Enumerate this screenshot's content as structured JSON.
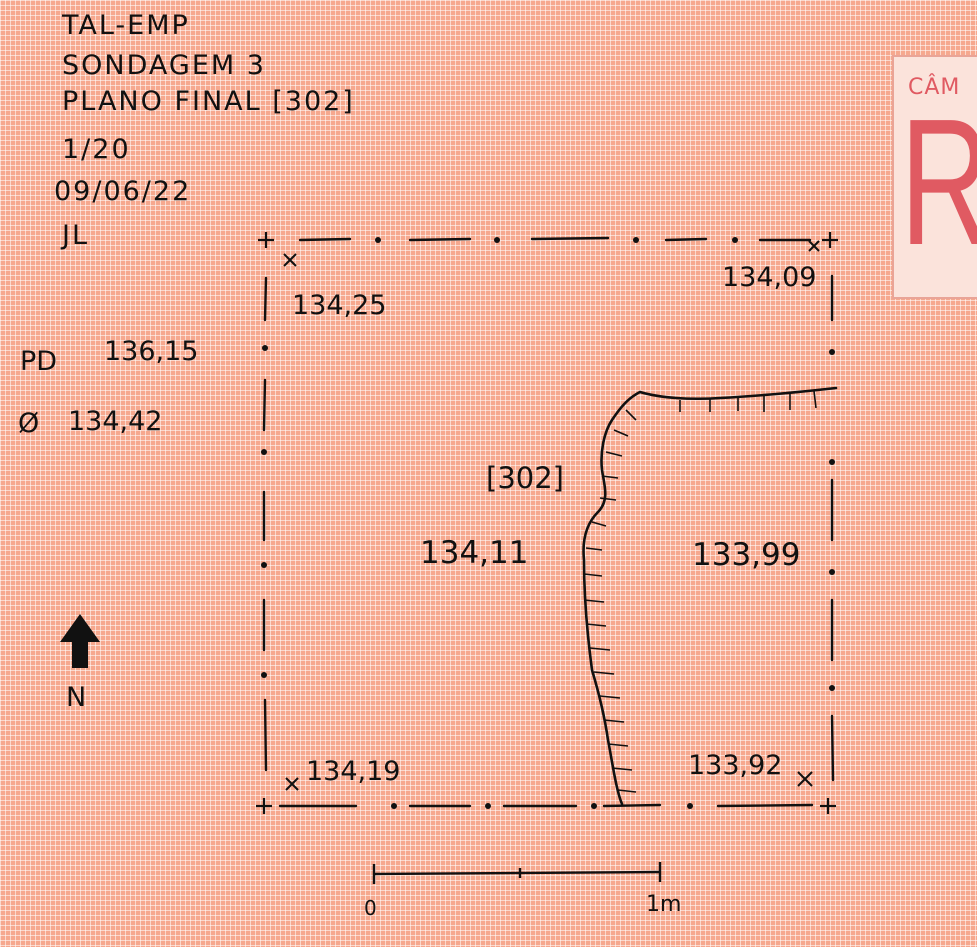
{
  "header": {
    "site": "TAL-EMP",
    "trench": "SONDAGEM 3",
    "plan": "PLANO FINAL [302]",
    "scale": "1/20",
    "date": "09/06/22",
    "author": "JL"
  },
  "datum": {
    "pd_label": "PD",
    "pd_value": "136,15",
    "zero_symbol": "Ø",
    "zero_value": "134,42"
  },
  "elevations": {
    "nw": "134,25",
    "ne": "134,09",
    "sw": "134,19",
    "se": "133,92",
    "west_center": "134,11",
    "east_center": "133,99"
  },
  "context_label": "[302]",
  "north": {
    "label": "N"
  },
  "scalebar": {
    "start": "0",
    "end": "1m"
  },
  "stamp": {
    "small": "CÂM",
    "big": "RE"
  },
  "colors": {
    "paper": "#f6a88e",
    "ink": "#111111",
    "stamp": "#e05a62"
  }
}
